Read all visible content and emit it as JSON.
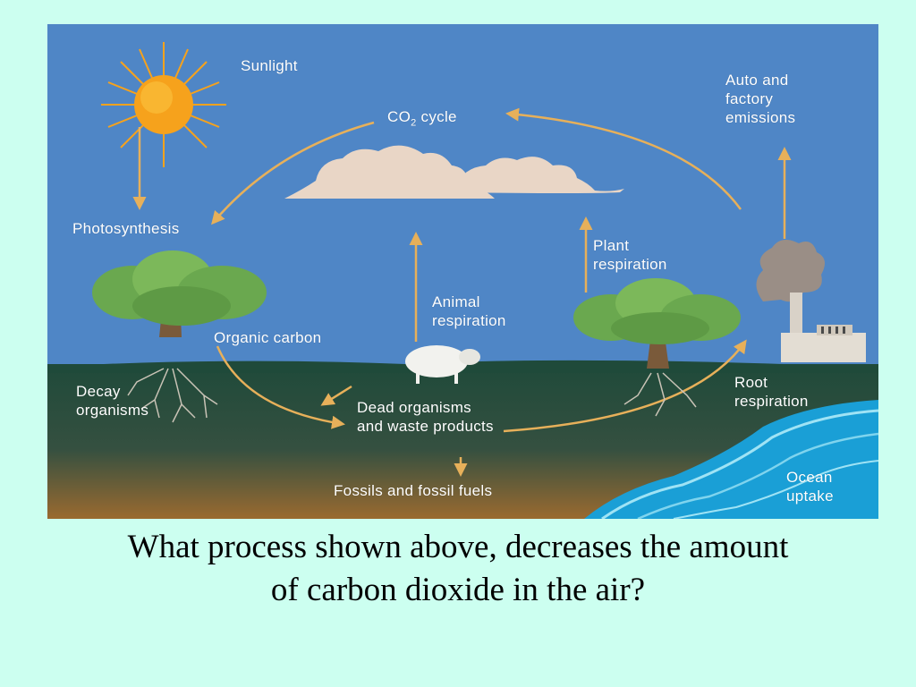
{
  "diagram": {
    "labels": {
      "sunlight": "Sunlight",
      "co2_cycle_prefix": "CO",
      "co2_cycle_sub": "2",
      "co2_cycle_suffix": " cycle",
      "auto_factory": "Auto and\nfactory\nemissions",
      "photosynthesis": "Photosynthesis",
      "plant_respiration": "Plant\nrespiration",
      "animal_respiration": "Animal\nrespiration",
      "organic_carbon": "Organic carbon",
      "decay_organisms": "Decay\norganisms",
      "dead_organisms": "Dead organisms\nand waste products",
      "root_respiration": "Root\nrespiration",
      "fossils": "Fossils and fossil fuels",
      "ocean_uptake": "Ocean\nuptake"
    },
    "colors": {
      "sky": "#4f86c6",
      "ground_top": "#1f4a3a",
      "ground_bottom": "#9a6a30",
      "arrow": "#e7b05a",
      "sun": "#f6a21c",
      "ocean": "#1a9fd6",
      "tree_leaves": "#6aa84f",
      "trunk": "#7a5a3a",
      "cloud": "#e9d6c6"
    }
  },
  "question": "What process shown above, decreases the amount of carbon dioxide in the air?"
}
